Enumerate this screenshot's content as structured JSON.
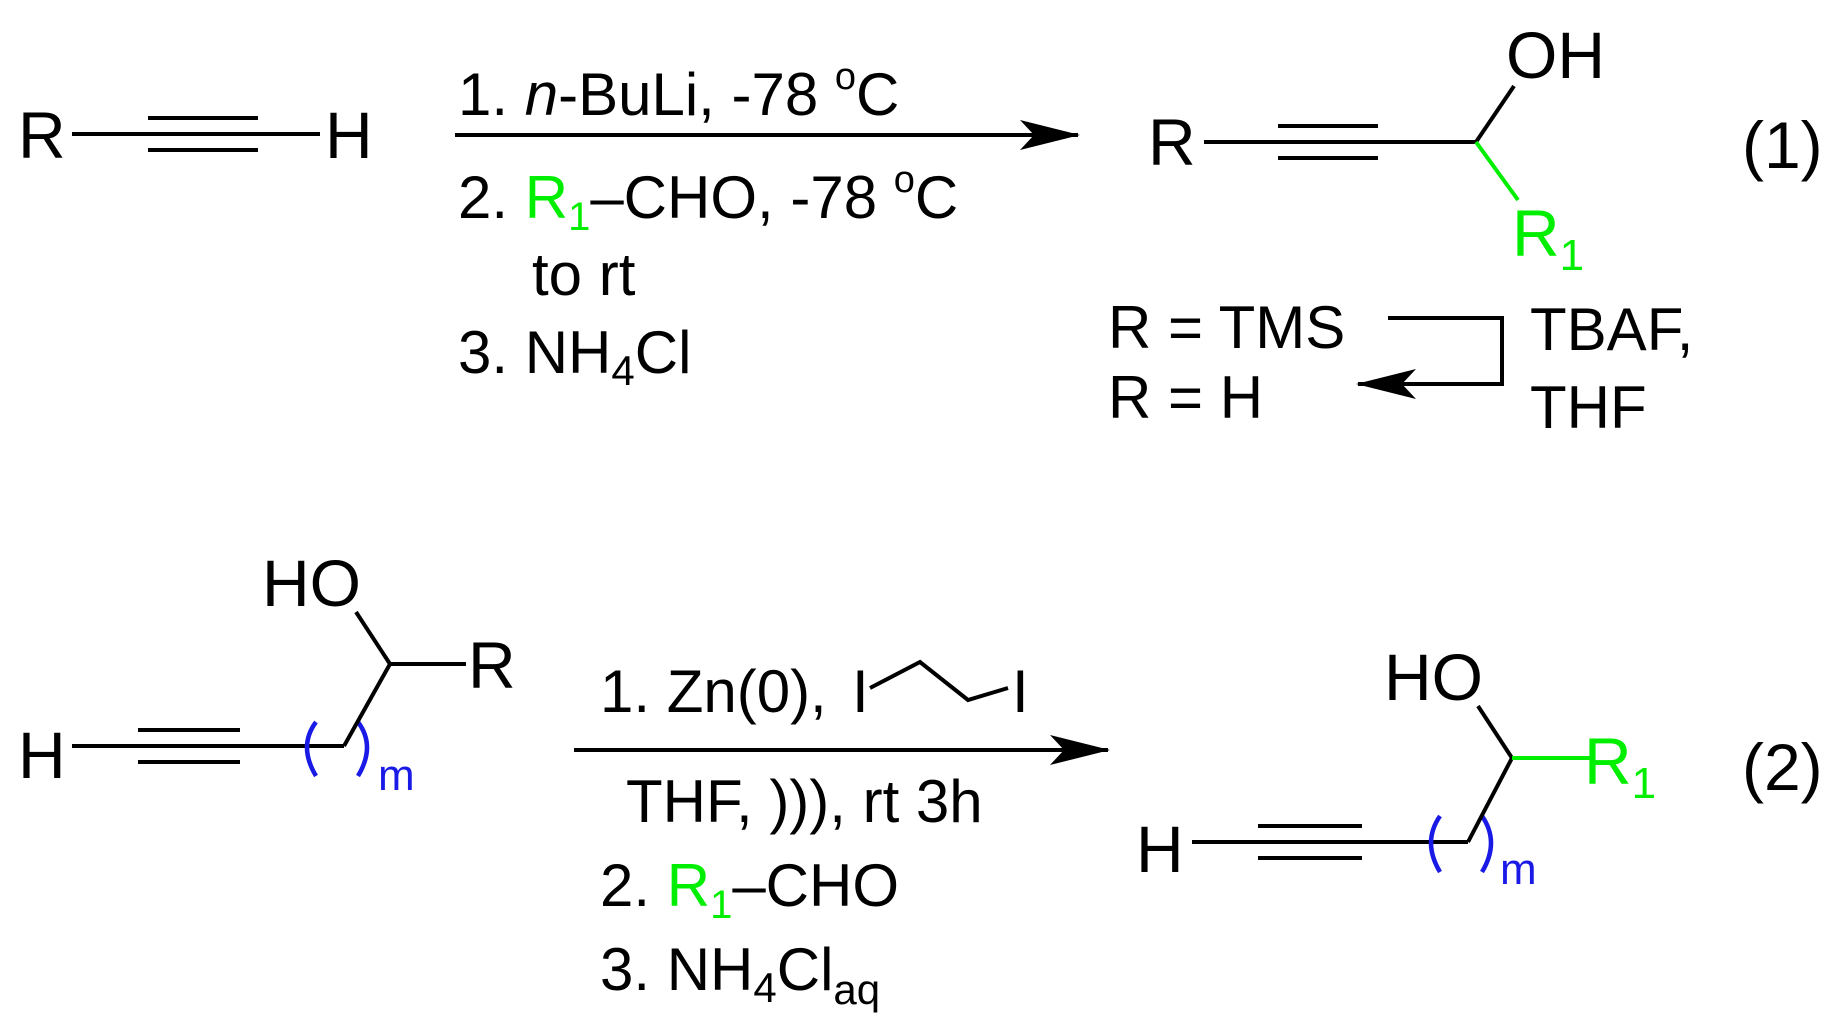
{
  "colors": {
    "ink": "#000000",
    "r1_green": "#00ee00",
    "m_blue": "#1a1ae6"
  },
  "reaction1": {
    "reactant": {
      "left": "R",
      "right": "H"
    },
    "conditions": {
      "step1_num": "1. ",
      "step1_italic": "n",
      "step1_rest": "-BuLi, -78 ",
      "step1_deg": "o",
      "step1_unit": "C",
      "step2_num": "2. ",
      "step2_r": "R",
      "step2_sub": "1",
      "step2_rest": "–CHO, -78 ",
      "step2_deg": "o",
      "step2_unit": "C",
      "step2_cont": "to rt",
      "step3_num": "3. NH",
      "step3_sub": "4",
      "step3_rest": "Cl"
    },
    "product": {
      "r": "R",
      "oh": "OH",
      "r1": "R",
      "r1_sub": "1"
    },
    "equation_number": "(1)",
    "deprotection": {
      "line1": "R = TMS",
      "line2": "R = H",
      "reagent1": "TBAF,",
      "reagent2": "THF"
    }
  },
  "reaction2": {
    "reactant": {
      "ho": "HO",
      "r": "R",
      "h": "H",
      "m": "m"
    },
    "conditions": {
      "step1": "1. Zn(0),",
      "i_left": "I",
      "i_right": "I",
      "step1b": "THF,  ))), rt 3h",
      "step2_num": "2. ",
      "step2_r": "R",
      "step2_sub": "1",
      "step2_rest": "–CHO",
      "step3_num": "3. NH",
      "step3_sub": "4",
      "step3_rest": "Cl",
      "step3_sub2": "aq"
    },
    "product": {
      "ho": "HO",
      "r1": "R",
      "r1_sub": "1",
      "h": "H",
      "m": "m"
    },
    "equation_number": "(2)"
  }
}
